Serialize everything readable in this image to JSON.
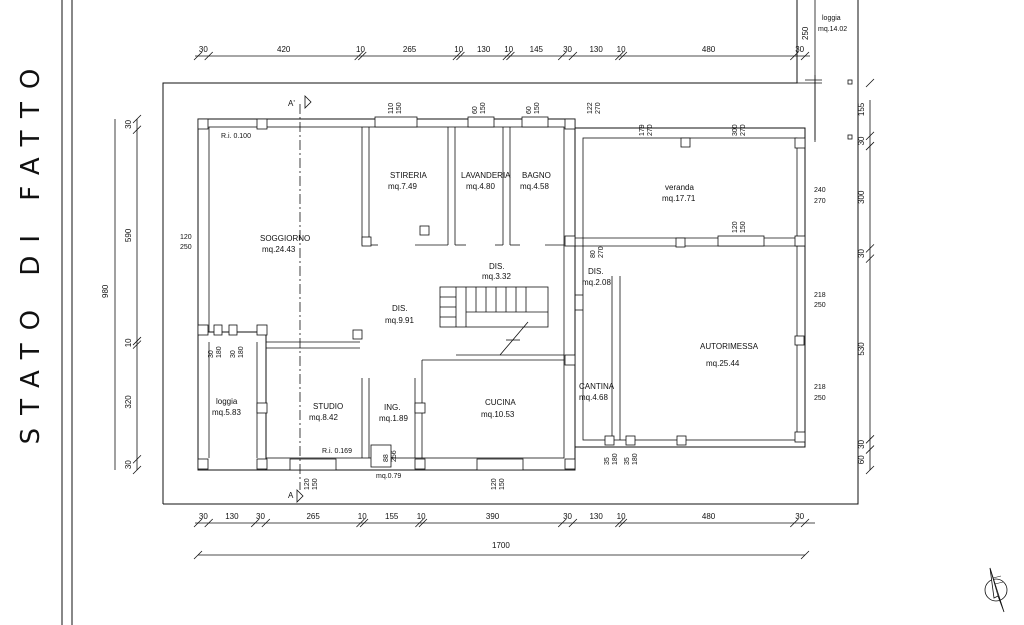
{
  "title": "STATO DI FATTO",
  "rooms": [
    {
      "key": "soggiorno",
      "name": "SOGGIORNO",
      "area": "mq.24.43"
    },
    {
      "key": "stireria",
      "name": "STIRERIA",
      "area": "mq.7.49"
    },
    {
      "key": "lavanderia",
      "name": "LAVANDERIA",
      "area": "mq.4.80"
    },
    {
      "key": "bagno",
      "name": "BAGNO",
      "area": "mq.4.58"
    },
    {
      "key": "veranda",
      "name": "veranda",
      "area": "mq.17.71"
    },
    {
      "key": "dis1",
      "name": "DIS.",
      "area": "mq.3.32"
    },
    {
      "key": "dis2",
      "name": "DIS.",
      "area": "mq.2.08"
    },
    {
      "key": "dis3",
      "name": "DIS.",
      "area": "mq.9.91"
    },
    {
      "key": "autorimessa",
      "name": "AUTORIMESSA",
      "area": "mq.25.44"
    },
    {
      "key": "loggia_w",
      "name": "loggia",
      "area": "mq.5.83"
    },
    {
      "key": "studio",
      "name": "STUDIO",
      "area": "mq.8.42"
    },
    {
      "key": "ing",
      "name": "ING.",
      "area": "mq.1.89"
    },
    {
      "key": "cucina",
      "name": "CUCINA",
      "area": "mq.10.53"
    },
    {
      "key": "cantina",
      "name": "CANTINA",
      "area": "mq.4.68"
    },
    {
      "key": "loggia_ne",
      "name": "loggia",
      "area": "mq.14.02"
    }
  ],
  "small_area": "mq.0.79",
  "levels": {
    "ri_top": "R.i. 0.100",
    "ri_bottom": "R.i. 0.169"
  },
  "section_marks": {
    "top": "A'",
    "bottom": "A"
  },
  "dims_top": [
    "30",
    "420",
    "10",
    "265",
    "10",
    "130",
    "10",
    "145",
    "30",
    "130",
    "10",
    "480",
    "30"
  ],
  "dims_bottom": [
    "30",
    "130",
    "30",
    "265",
    "10",
    "155",
    "10",
    "390",
    "30",
    "130",
    "10",
    "480",
    "30"
  ],
  "dim_total": "1700",
  "dims_left": [
    "30",
    "590",
    "10",
    "320",
    "30"
  ],
  "dim_left_total": "980",
  "dims_right": [
    "155",
    "30",
    "300",
    "30",
    "530",
    "30",
    "60"
  ],
  "dim_right_top": "250",
  "openings": {
    "w_stireria": [
      "110",
      "150"
    ],
    "w_lavanderia": [
      "60",
      "150"
    ],
    "w_bagno": [
      "60",
      "150"
    ],
    "w_122": [
      "122",
      "270"
    ],
    "w_179": [
      "179",
      "270"
    ],
    "w_300": [
      "300",
      "270"
    ],
    "w_240": [
      "240",
      "270"
    ],
    "w_soggiorno": [
      "120",
      "250"
    ],
    "w_veranda_in": [
      "120",
      "150"
    ],
    "w_dis2": [
      "80",
      "270"
    ],
    "w_auto1": [
      "218",
      "250"
    ],
    "w_auto2": [
      "218",
      "250"
    ],
    "w_loggia": [
      "30",
      "180",
      "30",
      "180"
    ],
    "w_studio": [
      "120",
      "150"
    ],
    "w_ing": [
      "88",
      "256"
    ],
    "w_cucina": [
      "120",
      "150"
    ],
    "w_cantina": [
      "35",
      "180",
      "35",
      "180"
    ]
  }
}
